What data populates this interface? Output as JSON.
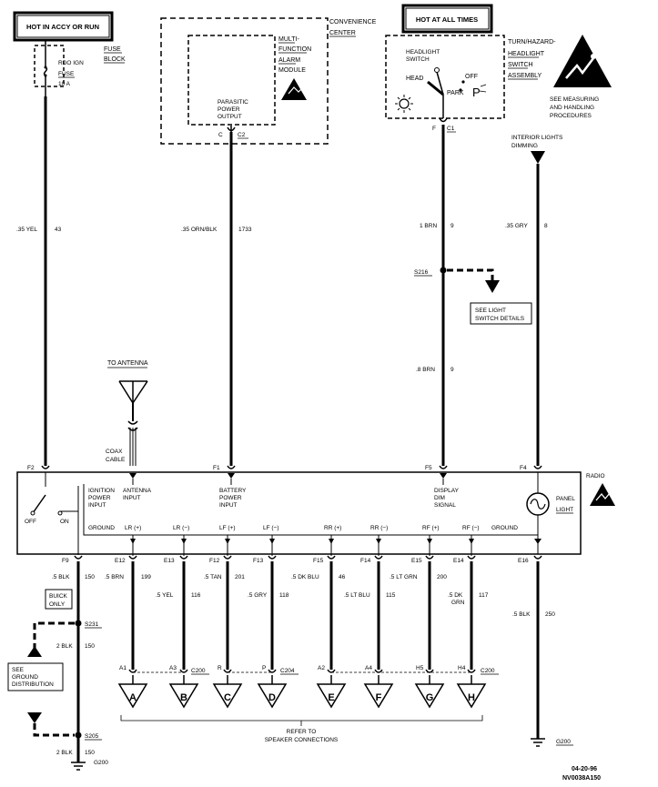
{
  "top_boxes": {
    "accy": "HOT IN ACCY OR RUN",
    "all_times": "HOT AT ALL TIMES"
  },
  "fuse_block": {
    "title1": "FUSE",
    "title2": "BLOCK",
    "fuse_line1": "RDO IGN",
    "fuse_line2": "FUSE",
    "fuse_line3": "10 A"
  },
  "convenience_center": {
    "title1": "CONVENIENCE",
    "title2": "CENTER",
    "module1": "MULTI-",
    "module2": "FUNCTION",
    "module3": "ALARM",
    "module4": "MODULE",
    "output1": "PARASITIC",
    "output2": "POWER",
    "output3": "OUTPUT",
    "pin": "C",
    "connector": "C2"
  },
  "headlight_switch": {
    "title1": "TURN/HAZARD-",
    "title2": "HEADLIGHT",
    "title3": "SWITCH",
    "title4": "ASSEMBLY",
    "switch1": "HEADLIGHT",
    "switch2": "SWITCH",
    "head": "HEAD",
    "off": "OFF",
    "park": "PARK",
    "p": "P",
    "pin": "F",
    "connector": "C1"
  },
  "esd_note": {
    "line1": "SEE MEASURING",
    "line2": "AND HANDLING",
    "line3": "PROCEDURES"
  },
  "dimming": {
    "line1": "INTERIOR LIGHTS",
    "line2": "DIMMING"
  },
  "wires": {
    "w43": {
      "gauge": ".35 YEL",
      "circuit": "43"
    },
    "w1733": {
      "gauge": ".35 ORN/BLK",
      "circuit": "1733"
    },
    "w9a": {
      "gauge": "1 BRN",
      "circuit": "9"
    },
    "w9b": {
      "gauge": ".8 BRN",
      "circuit": "9"
    },
    "w8": {
      "gauge": ".35 GRY",
      "circuit": "8"
    },
    "w150a": {
      "gauge": ".5 BLK",
      "circuit": "150"
    },
    "w150b": {
      "gauge": "2 BLK",
      "circuit": "150"
    },
    "w150c": {
      "gauge": "2 BLK",
      "circuit": "150"
    },
    "w199": {
      "gauge": ".5 BRN",
      "circuit": "199"
    },
    "w116": {
      "gauge": ".5 YEL",
      "circuit": "116"
    },
    "w201": {
      "gauge": ".5 TAN",
      "circuit": "201"
    },
    "w118": {
      "gauge": ".5 GRY",
      "circuit": "118"
    },
    "w46": {
      "gauge": ".5 DK BLU",
      "circuit": "46"
    },
    "w115": {
      "gauge": ".5 LT BLU",
      "circuit": "115"
    },
    "w200": {
      "gauge": ".5 LT GRN",
      "circuit": "200"
    },
    "w117a": {
      "gauge": ".5 DK",
      "gauge2": "GRN",
      "circuit": "117"
    },
    "w250": {
      "gauge": ".5 BLK",
      "circuit": "250"
    }
  },
  "splices": {
    "s216": "S216",
    "s231": "S231",
    "s205": "S205"
  },
  "notes": {
    "light_switch1": "SEE LIGHT",
    "light_switch2": "SWITCH DETAILS",
    "buick1": "BUICK",
    "buick2": "ONLY",
    "ground_dist1": "SEE",
    "ground_dist2": "GROUND",
    "ground_dist3": "DISTRIBUTION",
    "antenna": "TO ANTENNA",
    "coax1": "COAX",
    "coax2": "CABLE",
    "speaker1": "REFER TO",
    "speaker2": "SPEAKER CONNECTIONS"
  },
  "radio": {
    "title": "RADIO",
    "off": "OFF",
    "on": "ON",
    "ign1": "IGNITION",
    "ign2": "POWER",
    "ign3": "INPUT",
    "ant1": "ANTENNA",
    "ant2": "INPUT",
    "bat1": "BATTERY",
    "bat2": "POWER",
    "bat3": "INPUT",
    "dim1": "DISPLAY",
    "dim2": "DIM",
    "dim3": "SIGNAL",
    "panel1": "PANEL",
    "panel2": "LIGHT",
    "ground_l": "GROUND",
    "lr_p": "LR (+)",
    "lr_m": "LR (−)",
    "lf_p": "LF (+)",
    "lf_m": "LF (−)",
    "rr_p": "RR (+)",
    "rr_m": "RR (−)",
    "rf_p": "RF (+)",
    "rf_m": "RF (−)",
    "ground_r": "GROUND"
  },
  "pins": {
    "f2": "F2",
    "f1": "F1",
    "f5": "F5",
    "f4": "F4",
    "f9": "F9",
    "e12": "E12",
    "e13": "E13",
    "f12": "F12",
    "f13": "F13",
    "f15": "F15",
    "f14": "F14",
    "e15": "E15",
    "e14": "E14",
    "e16": "E16"
  },
  "connectors": {
    "a1": "A1",
    "a3": "A3",
    "c200a": "C200",
    "r": "R",
    "p": "P",
    "c204": "C204",
    "a2": "A2",
    "a4": "A4",
    "h5": "H5",
    "h4": "H4",
    "c200b": "C200"
  },
  "speakers": [
    "A",
    "B",
    "C",
    "D",
    "E",
    "F",
    "G",
    "H"
  ],
  "grounds": {
    "g200a": "G200",
    "g200b": "G200"
  },
  "footer": {
    "date": "04-20-96",
    "code": "NV0038A150"
  }
}
